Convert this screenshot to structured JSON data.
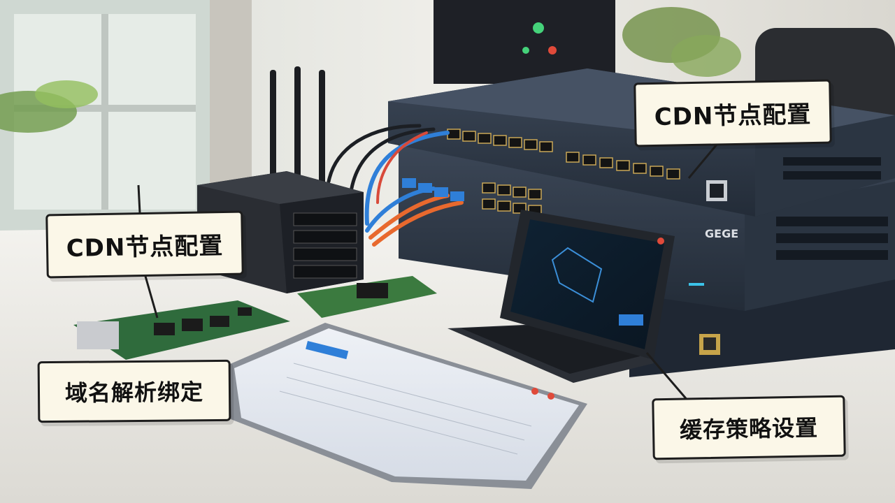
{
  "callouts": {
    "cdn_node_top": "CDN节点配置",
    "cdn_node_left": "CDN节点配置",
    "domain_binding": "域名解析绑定",
    "cache_policy": "缓存策略设置"
  },
  "device_labels": {
    "server_badge": "GEGE"
  },
  "colors": {
    "desk": "#ecebe7",
    "server_chassis": "#2e3a49",
    "callout_fill": "#fbf7e8",
    "callout_stroke": "#1d1d1d",
    "orange_cable": "#e8692e",
    "blue_cable": "#2f7fd8",
    "pcb_green": "#2f6b3c"
  }
}
